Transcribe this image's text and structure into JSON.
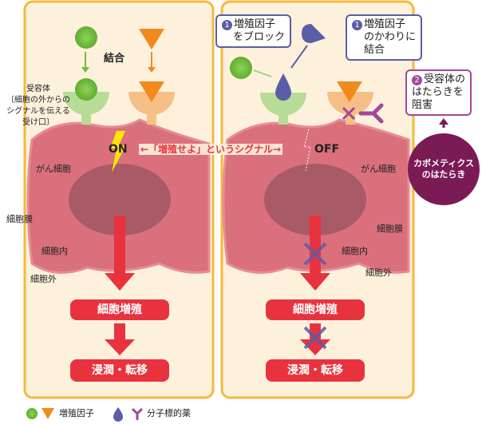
{
  "left": {
    "binding": "結合",
    "receptor_label": [
      "受容体",
      "〔細胞の外からの",
      "シグナルを伝える",
      "受け口〕"
    ],
    "on": "ON",
    "signal": "←「増殖せよ」というシグナル→",
    "cancer_cell": "がん細胞",
    "membrane": "細胞膜",
    "inside": "細胞内",
    "outside": "細胞外",
    "proliferation": "細胞増殖",
    "metastasis": "浸潤・転移"
  },
  "right": {
    "off": "OFF",
    "cancer_cell": "がん細胞",
    "membrane": "細胞膜",
    "inside": "細胞内",
    "outside": "細胞外",
    "proliferation": "細胞増殖",
    "metastasis": "浸潤・転移",
    "callout1a": {
      "num": "1",
      "lines": [
        "増殖因子",
        "をブロック"
      ]
    },
    "callout1b": {
      "num": "1",
      "lines": [
        "増殖因子",
        "のかわりに",
        "結合"
      ]
    },
    "callout2": {
      "num": "2",
      "lines": [
        "受容体の",
        "はたらきを",
        "阻害"
      ]
    },
    "drug_action": [
      "カボメティクス",
      "のはたらき"
    ]
  },
  "legend": {
    "growth_factor": "増殖因子",
    "targeted_drug": "分子標的薬"
  },
  "colors": {
    "panel": "#fdf1dc",
    "border": "#f6b93b",
    "cell": "#d9707c",
    "nucleus": "#a85a66",
    "red": "#e8333f",
    "green": "#6cbf3a",
    "orange": "#f08a1c",
    "drug": "#5b5ea6",
    "purple": "#7a1b55"
  }
}
